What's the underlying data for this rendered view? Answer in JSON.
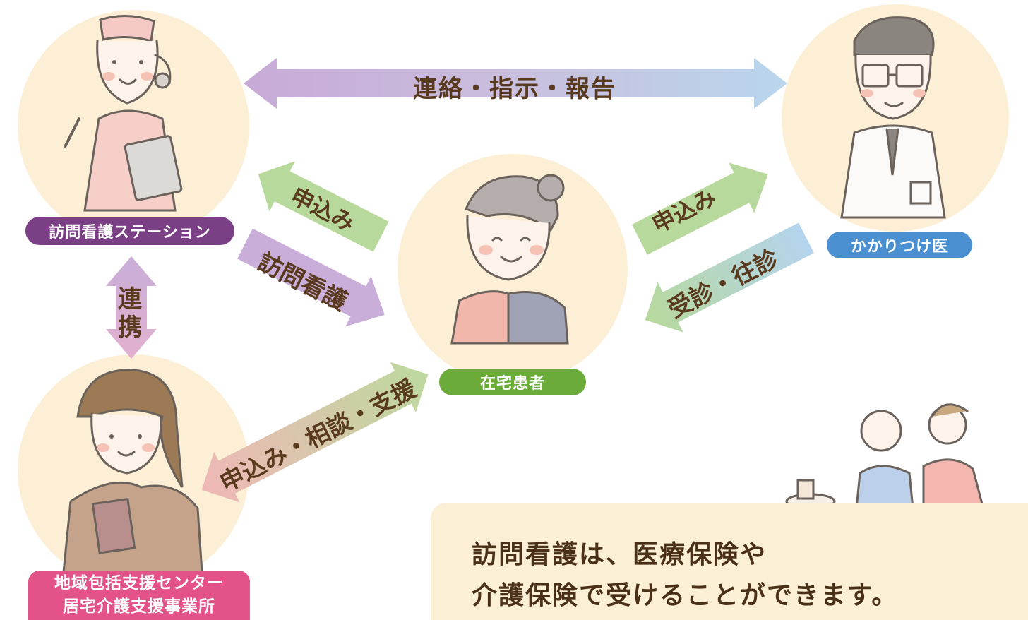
{
  "nodes": {
    "nurse_station": "訪問看護ステーション",
    "doctor": "かかりつけ医",
    "patient": "在宅患者",
    "care_center_line1": "地域包括支援センター",
    "care_center_line2": "居宅介護支援事業所"
  },
  "arrows": {
    "top": "連絡・指示・報告",
    "station_patient_apply": "申込み",
    "station_patient_visit": "訪問看護",
    "patient_doctor_apply": "申込み",
    "patient_doctor_visit": "受診・往診",
    "station_center_link_1": "連",
    "station_center_link_2": "携",
    "center_patient": "申込み・相談・支援"
  },
  "note": {
    "line1": "訪問看護は、医療保険や",
    "line2": "介護保険で受けることができます。"
  },
  "colors": {
    "station_label": "#7b3f86",
    "doctor_label": "#4a8fd0",
    "patient_label": "#6aab3a",
    "center_label": "#e4528a",
    "circle_fill": "#fcefd6",
    "arrow_purple": "#c9b3d8",
    "arrow_blue": "#b9d6ec",
    "arrow_green": "#b7d99c",
    "arrow_pink": "#e3b9d3",
    "arrow_text": "#5a3a1e"
  },
  "icons": [
    "nurse-figure",
    "doctor-figure",
    "patient-figure",
    "caseworker-figure",
    "bedside-care-illustration"
  ]
}
